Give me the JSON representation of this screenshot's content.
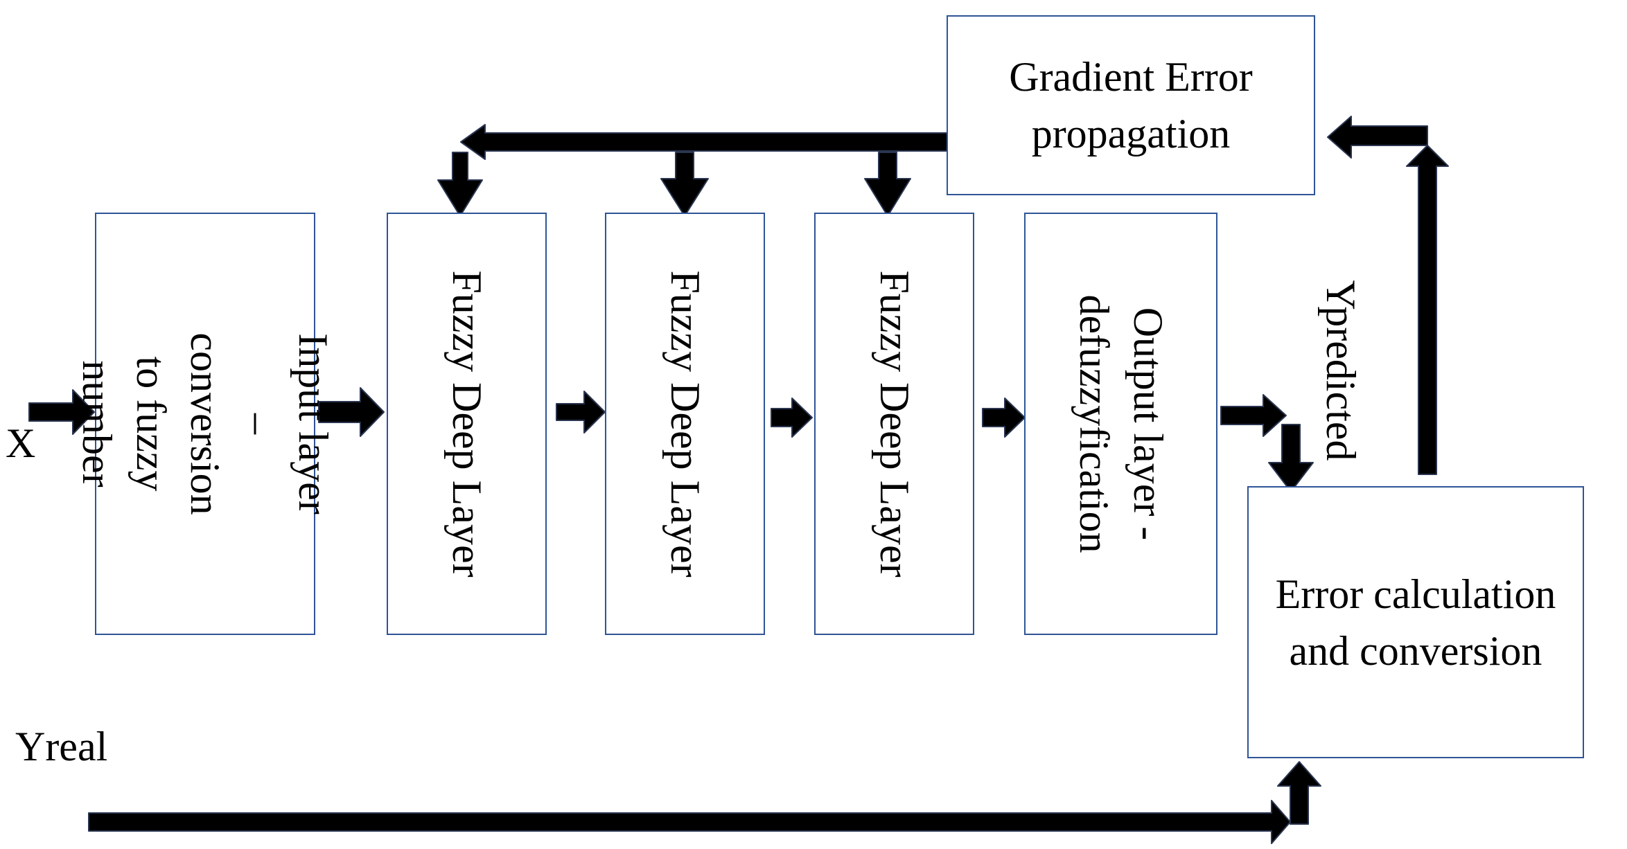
{
  "nodes": {
    "input": "Input layer –\nconversion to fuzzy\nnumber",
    "fuzzy1": "Fuzzy Deep Layer",
    "fuzzy2": "Fuzzy Deep Layer",
    "fuzzy3": "Fuzzy Deep Layer",
    "output": "Output layer -\ndefuzzyfication",
    "error": "Error calculation\nand conversion",
    "gradient": "Gradient Error\npropagation"
  },
  "labels": {
    "x": "X",
    "ypredicted": "Ypredicted",
    "yreal": "Yreal"
  },
  "edges": [
    {
      "from": "x",
      "to": "input"
    },
    {
      "from": "input",
      "to": "fuzzy1"
    },
    {
      "from": "fuzzy1",
      "to": "fuzzy2"
    },
    {
      "from": "fuzzy2",
      "to": "fuzzy3"
    },
    {
      "from": "fuzzy3",
      "to": "output"
    },
    {
      "from": "output",
      "to": "error",
      "label": "Ypredicted"
    },
    {
      "from": "yreal",
      "to": "error"
    },
    {
      "from": "error",
      "to": "gradient"
    },
    {
      "from": "gradient",
      "to": "fuzzy1"
    },
    {
      "from": "gradient",
      "to": "fuzzy2"
    },
    {
      "from": "gradient",
      "to": "fuzzy3"
    }
  ],
  "colors": {
    "box_border": "#2f5496",
    "arrow": "#000000"
  }
}
